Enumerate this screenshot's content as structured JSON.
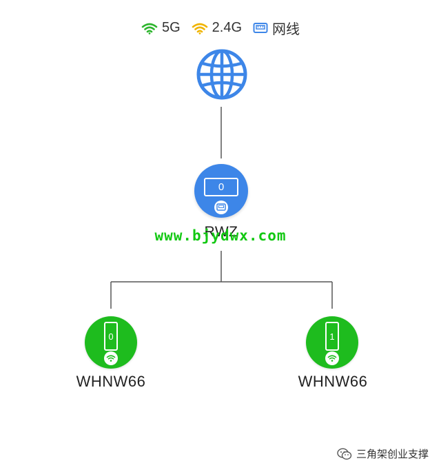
{
  "legend": {
    "items": [
      {
        "icon": "wifi-icon",
        "label": "5G",
        "color": "#2db52d"
      },
      {
        "icon": "wifi-icon",
        "label": "2.4G",
        "color": "#f0b400"
      },
      {
        "icon": "ethernet-icon",
        "label": "网线",
        "color": "#3d86e8"
      }
    ]
  },
  "topology": {
    "internet": {
      "icon": "globe-icon",
      "color": "#3d86e8"
    },
    "router": {
      "name": "RWZ",
      "count": "0",
      "link_icon": "ethernet-icon",
      "color": "#3d86e8"
    },
    "devices": [
      {
        "name": "WHNW66",
        "count": "0",
        "link_icon": "wifi-icon",
        "color": "#1ebc1e"
      },
      {
        "name": "WHNW66",
        "count": "1",
        "link_icon": "wifi-icon",
        "color": "#1ebc1e"
      }
    ]
  },
  "watermark": "www.bjydwx.com",
  "footer": {
    "icon": "wechat-icon",
    "text": "三角架创业支撑"
  }
}
